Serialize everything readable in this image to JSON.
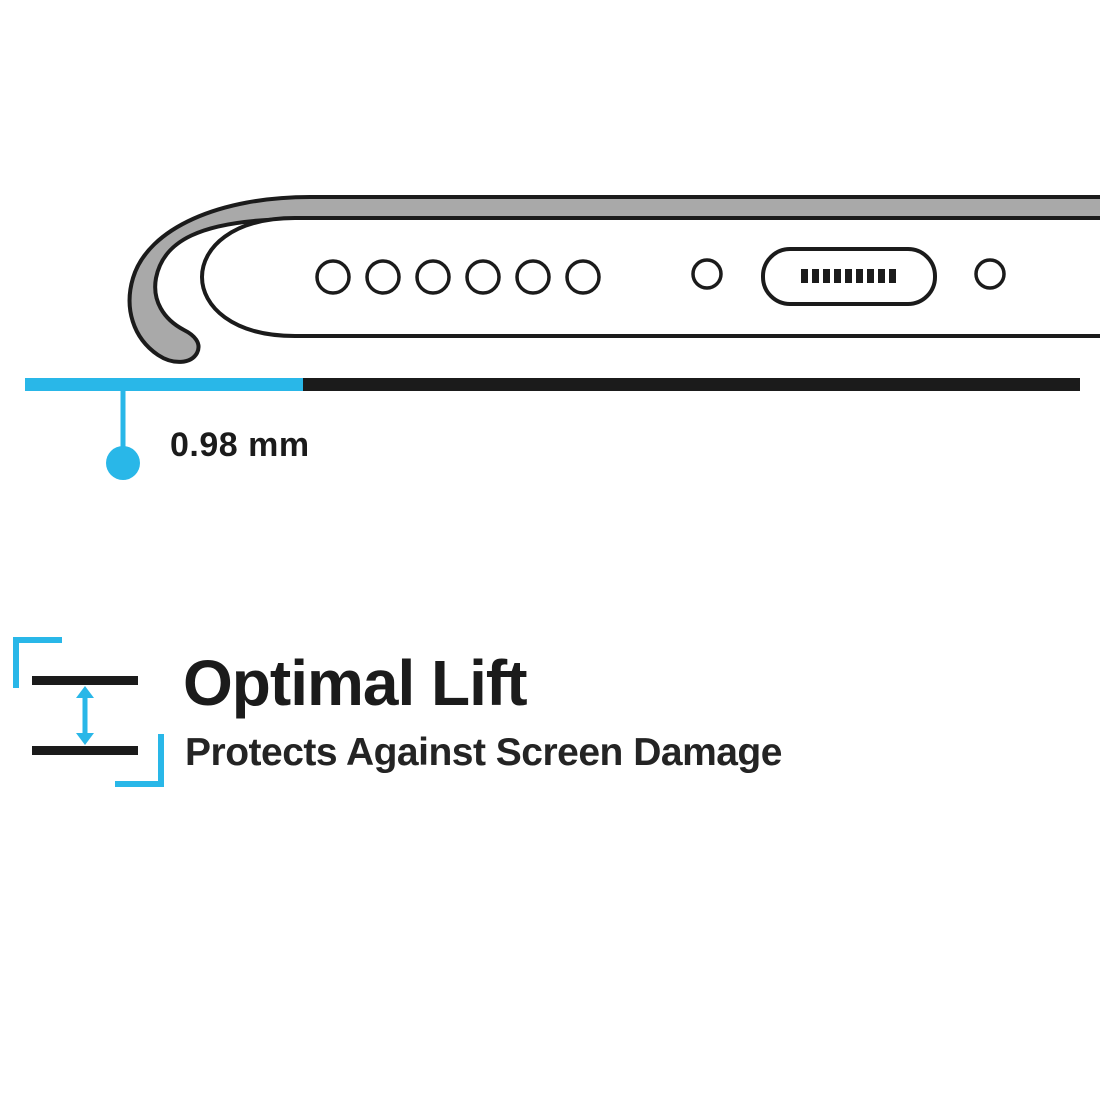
{
  "colors": {
    "accent": "#29b7e8",
    "ink": "#1b1b1b",
    "case-gray": "#a9a9a9"
  },
  "measurement": {
    "label": "0.98 mm"
  },
  "feature": {
    "title": "Optimal Lift",
    "subtitle": "Protects Against Screen Damage"
  }
}
